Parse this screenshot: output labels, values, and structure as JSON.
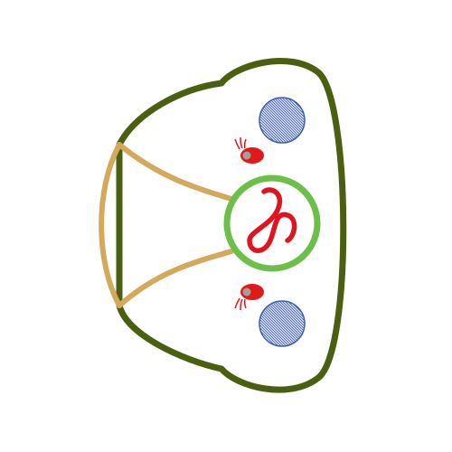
{
  "colors": {
    "background": "#ffffff",
    "outline": "#4a6010",
    "outline_fill": "#ffffff",
    "band": "#d4a95c",
    "ring": "#6cc04a",
    "loop": "#e0141e",
    "spot_fill": "#e01a1a",
    "spot_highlight": "#a0a0a0",
    "disc_fill": "#e9ecf6",
    "disc_hatch": "#3f5ea8"
  },
  "diagram": {
    "outline": {
      "shape": "rounded-dome"
    },
    "band": {
      "shape": "curved-band"
    },
    "ring": {
      "shape": "circle"
    },
    "loop": {
      "shape": "alpha-loop"
    },
    "spots": [
      {
        "name": "upper",
        "hairs": 3
      },
      {
        "name": "lower",
        "hairs": 3
      }
    ],
    "discs": [
      {
        "name": "upper",
        "pattern": "hatched"
      },
      {
        "name": "lower",
        "pattern": "hatched"
      }
    ]
  }
}
